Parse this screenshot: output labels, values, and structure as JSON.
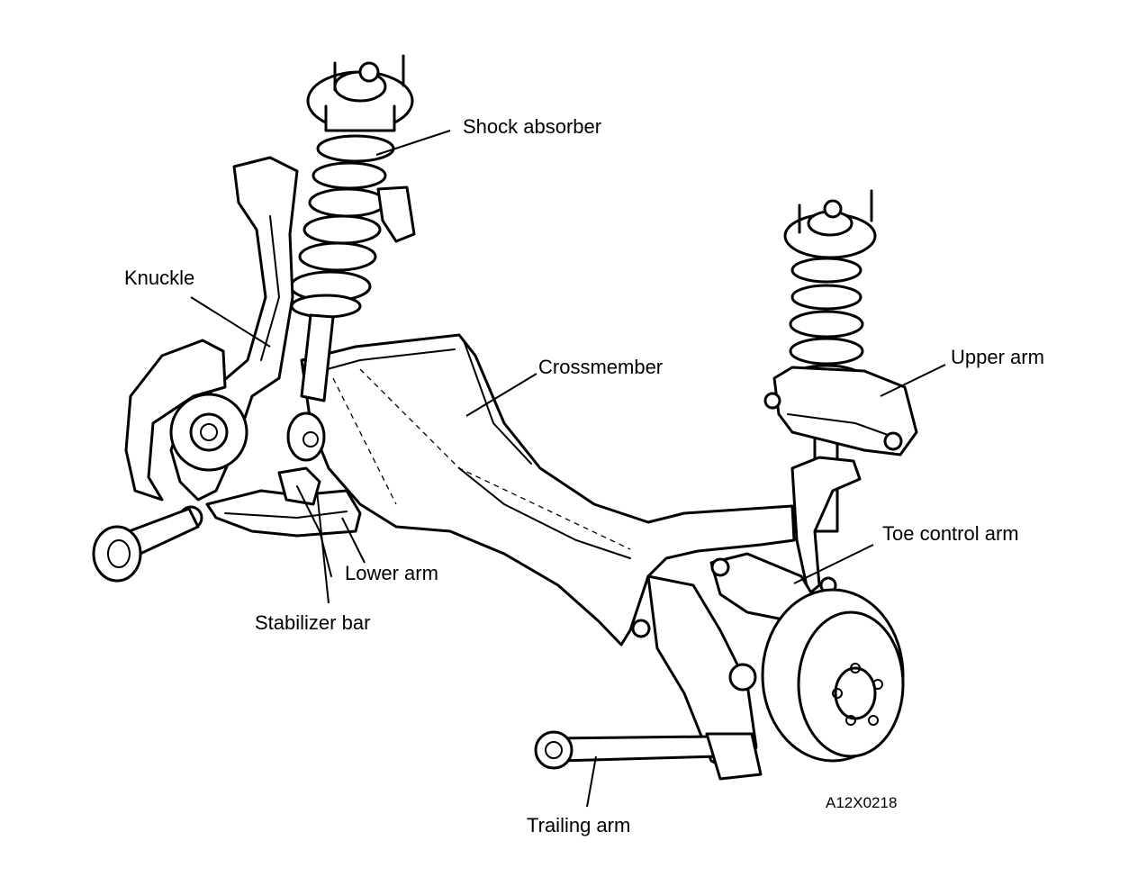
{
  "diagram": {
    "labels": {
      "shock_absorber": "Shock absorber",
      "knuckle": "Knuckle",
      "crossmember": "Crossmember",
      "upper_arm": "Upper arm",
      "toe_control_arm": "Toe control arm",
      "lower_arm": "Lower arm",
      "stabilizer_bar": "Stabilizer bar",
      "trailing_arm": "Trailing arm"
    },
    "figure_code": "A12X0218"
  }
}
